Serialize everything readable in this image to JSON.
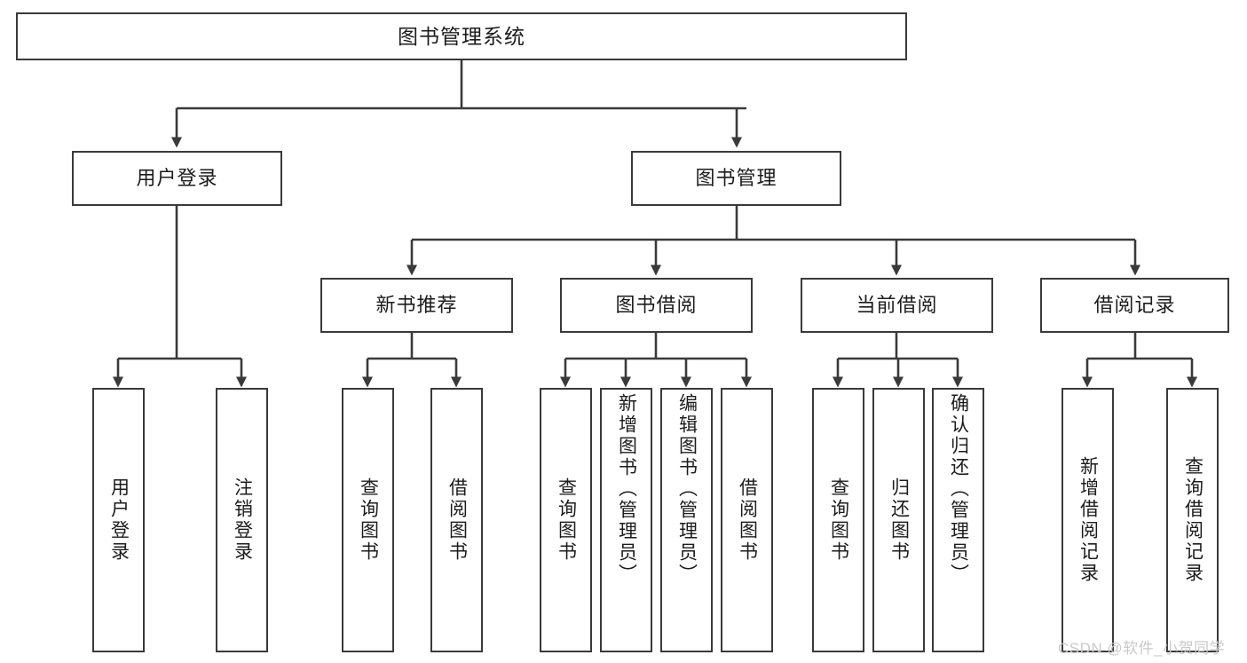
{
  "diagram": {
    "title": "图书管理系统",
    "type": "tree",
    "background_color": "#ffffff",
    "line_color": "#3a3a3a",
    "text_color": "#1c1c1c",
    "watermark": "CSDN @软件_小贺同学"
  },
  "nodes": {
    "root": {
      "label": "图书管理系统"
    },
    "level2": [
      {
        "label": "用户登录"
      },
      {
        "label": "图书管理"
      }
    ],
    "level3": [
      {
        "label": "新书推荐"
      },
      {
        "label": "图书借阅"
      },
      {
        "label": "当前借阅"
      },
      {
        "label": "借阅记录"
      }
    ],
    "leaves": {
      "user_login": [
        {
          "label": "用户登录"
        },
        {
          "label": "注销登录"
        }
      ],
      "new_book_recommend": [
        {
          "label": "查询图书"
        },
        {
          "label": "借阅图书"
        }
      ],
      "book_borrow": [
        {
          "label": "查询图书"
        },
        {
          "label": "新增图书（管理员）"
        },
        {
          "label": "编辑图书（管理员）"
        },
        {
          "label": "借阅图书"
        }
      ],
      "current_borrow": [
        {
          "label": "查询图书"
        },
        {
          "label": "归还图书"
        },
        {
          "label": "确认归还（管理员）"
        }
      ],
      "borrow_record": [
        {
          "label": "新增借阅记录"
        },
        {
          "label": "查询借阅记录"
        }
      ]
    }
  }
}
